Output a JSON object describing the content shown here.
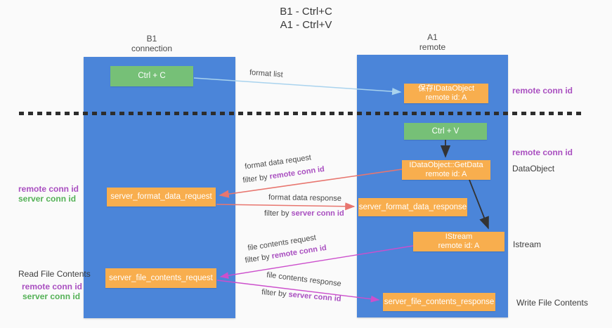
{
  "title": {
    "line1": "B1 - Ctrl+C",
    "line2": "A1 - Ctrl+V"
  },
  "columns": {
    "left": {
      "name": "B1",
      "subtitle": "connection"
    },
    "right": {
      "name": "A1",
      "subtitle": "remote"
    }
  },
  "nodes": {
    "ctrl_c": "Ctrl + C",
    "ctrl_v": "Ctrl + V",
    "save_idataobject": {
      "line1": "保存IDataObject",
      "line2": "remote id: A"
    },
    "getdata": {
      "line1": "IDataObject::GetData",
      "line2": "remote id: A"
    },
    "istream": {
      "line1": "IStream",
      "line2": "remote id: A"
    },
    "server_format_data_request": "server_format_data_request",
    "server_format_data_response": "server_format_data_response",
    "server_file_contents_request": "server_file_contents_request",
    "server_file_contents_response": "server_file_contents_response"
  },
  "annotations": {
    "right_remote_conn_id_top": "remote conn id",
    "right_remote_conn_id_mid": "remote conn id",
    "dataobject": "DataObject",
    "istream": "Istream",
    "write_file_contents": "Write File Contents",
    "left_remote_conn_id_top": "remote conn id",
    "left_server_conn_id_top": "server conn id",
    "read_file_contents": "Read File Contents",
    "left_remote_conn_id_bottom": "remote conn id",
    "left_server_conn_id_bottom": "server conn id"
  },
  "arrow_labels": {
    "format_list": "format list",
    "format_data_request": "format data request",
    "format_data_response": "format data response",
    "file_contents_request": "file contents request",
    "file_contents_response": "file contents response",
    "filter_prefix": "filter by ",
    "remote_conn_id": "remote conn id",
    "server_conn_id": "server conn id"
  },
  "colors": {
    "column_blue": "#4b85d9",
    "node_orange": "#f8ae4e",
    "node_green": "#76c077",
    "arrow_light_blue": "#a9d3ee",
    "arrow_salmon": "#e8766f",
    "arrow_magenta": "#cc4fcc",
    "arrow_black": "#333333",
    "text_purple": "#a94fc0",
    "text_green": "#54b156"
  }
}
